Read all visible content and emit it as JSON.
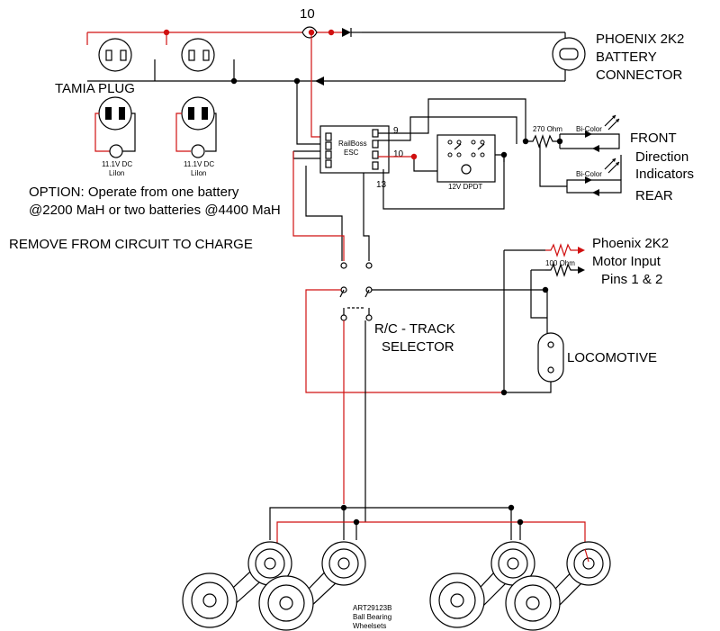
{
  "labels": {
    "fuse_value": "10",
    "battery_connector_line1": "PHOENIX 2K2",
    "battery_connector_line2": "BATTERY",
    "battery_connector_line3": "CONNECTOR",
    "tamia_plug": "TAMIA PLUG",
    "battery1": [
      "11.1V DC",
      "LiIon"
    ],
    "battery2": [
      "11.1V DC",
      "LiIon"
    ],
    "esc_name": [
      "RailBoss",
      "ESC"
    ],
    "esc_pin_9": "9",
    "esc_pin_10": "10",
    "esc_pin_13": "13",
    "relay": "12V DPDT",
    "resistor_270": "270 Ohm",
    "led_top": "Bi-Color",
    "led_bottom": "Bi-Color",
    "front": "FRONT",
    "direction": "Direction",
    "indicators": "Indicators",
    "rear": "REAR",
    "option_line1": "OPTION: Operate from one battery",
    "option_line2": "@2200 MaH or two batteries @4400 MaH",
    "remove_circuit": "REMOVE FROM CIRCUIT TO CHARGE",
    "motor_input_line1": "Phoenix 2K2",
    "motor_input_line2": "Motor Input",
    "motor_input_line3": "Pins 1 & 2",
    "resistor_100": "100 Ohm",
    "selector_line1": "R/C - TRACK",
    "selector_line2": "SELECTOR",
    "locomotive": "LOCOMOTIVE",
    "wheelsets": [
      "ART29123B",
      "Ball Bearing",
      "Wheelsets"
    ]
  },
  "colors": {
    "wire": "#000000",
    "positive_wire": "#d01010",
    "junction_black": "#000000",
    "junction_red": "#d01010"
  }
}
